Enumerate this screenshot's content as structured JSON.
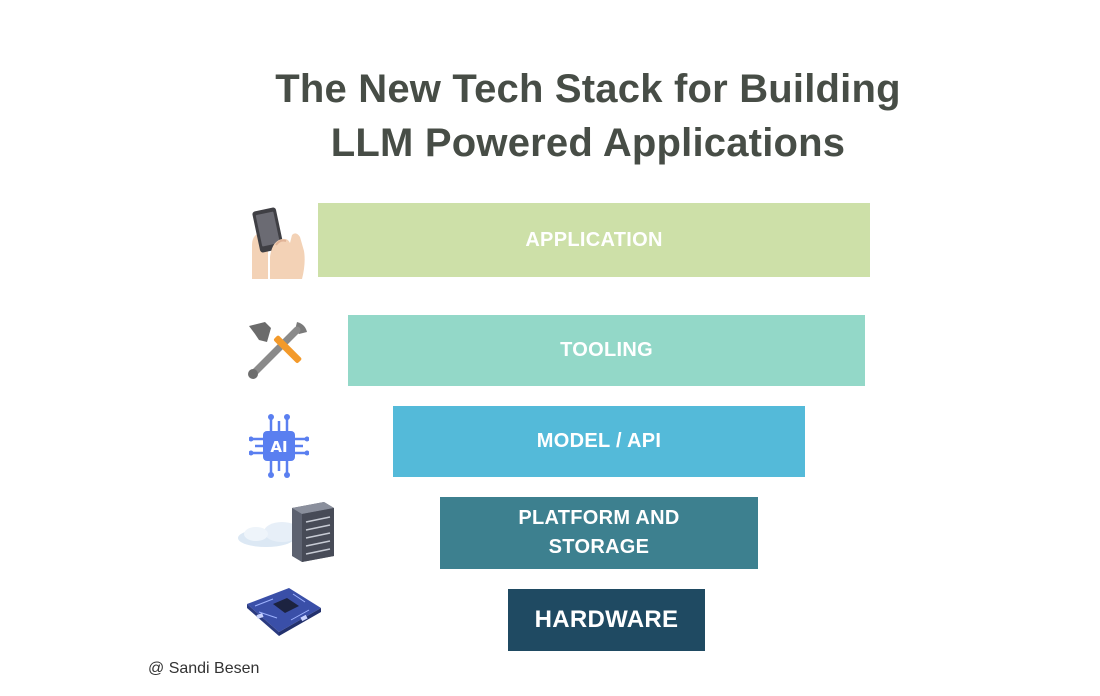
{
  "title": {
    "line1": "The New Tech Stack for Building",
    "line2": "LLM Powered Applications"
  },
  "layers": {
    "application": {
      "label": "APPLICATION",
      "icon": "hand-phone-icon",
      "color": "#cde0a8"
    },
    "tooling": {
      "label": "TOOLING",
      "icon": "hammer-wrench-icon",
      "color": "#93d8c8"
    },
    "model": {
      "label": "MODEL / API",
      "icon": "ai-chip-icon",
      "color": "#54bad9"
    },
    "platform": {
      "label_line1": "PLATFORM AND",
      "label_line2": "STORAGE",
      "icon": "cloud-server-icon",
      "color": "#3d808f"
    },
    "hardware": {
      "label": "HARDWARE",
      "icon": "circuit-board-icon",
      "color": "#1f4a62"
    }
  },
  "credit": "@ Sandi Besen"
}
